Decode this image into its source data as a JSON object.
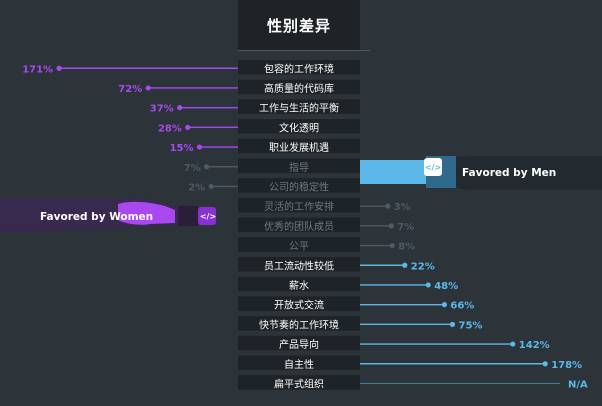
{
  "chart_data": {
    "type": "bar",
    "title": "性别差异",
    "categories": [
      "包容的工作环境",
      "高质量的代码库",
      "工作与生活的平衡",
      "文化透明",
      "职业发展机遇",
      "指导",
      "公司的稳定性",
      "灵活的工作安排",
      "优秀的团队成员",
      "公平",
      "员工流动性较低",
      "薪水",
      "开放式交流",
      "快节奏的工作环境",
      "产品导向",
      "自主性",
      "扁平式组织"
    ],
    "values": [
      -171,
      -72,
      -37,
      -28,
      -15,
      -7,
      -2,
      3,
      7,
      8,
      22,
      48,
      66,
      75,
      142,
      178,
      null
    ],
    "labels": [
      "171%",
      "72%",
      "37%",
      "28%",
      "15%",
      "7%",
      "2%",
      "3%",
      "7%",
      "8%",
      "22%",
      "48%",
      "66%",
      "75%",
      "142%",
      "178%",
      "N/A"
    ],
    "faded": [
      false,
      false,
      false,
      false,
      false,
      true,
      true,
      true,
      true,
      true,
      false,
      false,
      false,
      false,
      false,
      false,
      false
    ],
    "legend": {
      "women": "Favored by Women",
      "men": "Favored by Men"
    },
    "colors": {
      "women": "#a948f0",
      "men": "#5bb8e8",
      "faded": "#4e5a64",
      "label_bg": "#1e2327",
      "label_text": "#ffffff",
      "faded_text": "#6f7a83"
    }
  }
}
